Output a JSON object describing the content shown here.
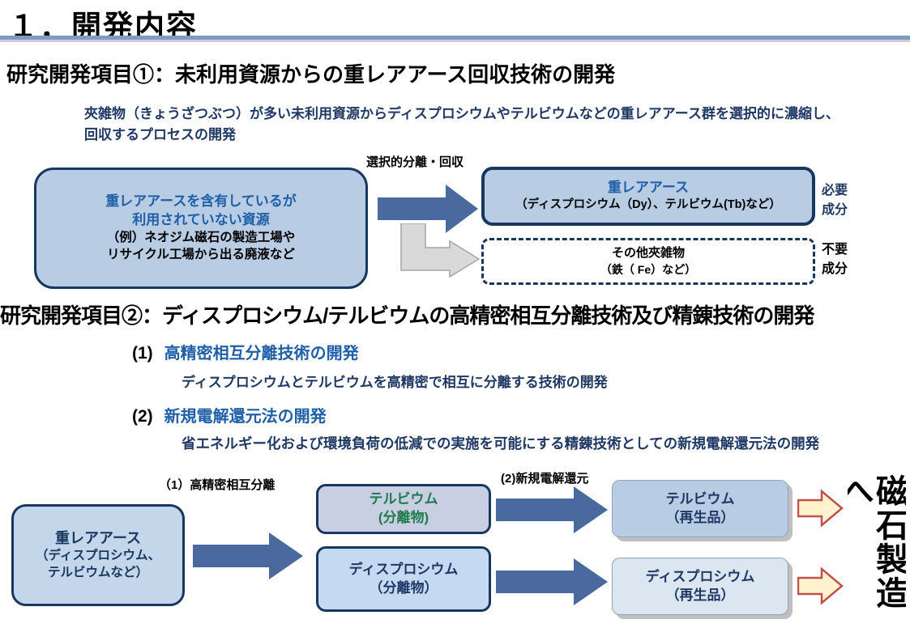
{
  "page": {
    "title": "１．開発内容"
  },
  "section1": {
    "heading": "研究開発項目①：未利用資源からの重レアアース回収技術の開発",
    "description_line1": "夾雑物（きょうざつぶつ）が多い未利用資源からディスプロシウムやテルビウムなどの重レアアース群を選択的に濃縮し、",
    "description_line2": "回収するプロセスの開発",
    "diagram": {
      "process_arrow_label": "選択的分離・回収",
      "source_box": {
        "title_line1": "重レアアースを含有しているが",
        "title_line2": "利用されていない資源",
        "example_line1": "（例）ネオジム磁石の製造工場や",
        "example_line2": "リサイクル工場から出る廃液など"
      },
      "heavy_rare_earth_box": {
        "title": "重レアアース",
        "subtitle": "（ディスプロシウム（Dy）、テルビウム(Tb)など）"
      },
      "required_label_line1": "必要",
      "required_label_line2": "成分",
      "impurity_box": {
        "line1": "その他夾雑物",
        "line2": "（鉄（ Fe）など）"
      },
      "unnecessary_label_line1": "不要",
      "unnecessary_label_line2": "成分"
    }
  },
  "section2": {
    "heading": "研究開発項目②：ディスプロシウム/テルビウムの高精密相互分離技術及び精錬技術の開発",
    "item1_number": "(1)",
    "item1_title": "高精密相互分離技術の開発",
    "item1_description": "ディスプロシウムとテルビウムを高精密で相互に分離する技術の開発",
    "item2_number": "(2)",
    "item2_title": "新規電解還元法の開発",
    "item2_description": "省エネルギー化および環境負荷の低減での実施を可能にする精錬技術としての新規電解還元法の開発",
    "diagram": {
      "step1_label": "（1）高精密相互分離",
      "step2_label": "(2)新規電解還元",
      "source_box": {
        "title": "重レアアース",
        "subtitle_line1": "（ディスプロシウム、",
        "subtitle_line2": "テルビウムなど）"
      },
      "terbium_separated_box": {
        "line1": "テルビウム",
        "line2": "(分離物)"
      },
      "dysprosium_separated_box": {
        "line1": "ディスプロシウム",
        "line2": "（分離物）"
      },
      "terbium_recycled_box": {
        "line1": "テルビウム",
        "line2": "（再生品）"
      },
      "dysprosium_recycled_box": {
        "line1": "ディスプロシウム",
        "line2": "（再生品）"
      },
      "goal_text": "磁石製造へ"
    }
  },
  "colors": {
    "navy_border": "#17375e",
    "blue_heading": "#1f5fa8",
    "dark_navy_text": "#1f3864",
    "box_fill_blue": "#b8cce4",
    "box_fill_lavender": "#c9cfe3",
    "box_fill_light": "#dce6f1",
    "arrow_blue": "#4a6a9f",
    "arrow_gray": "#d9d9d9",
    "goal_arrow_fill": "#fff2cc",
    "goal_arrow_border": "#c0504d",
    "green_text": "#1f7a4d",
    "rule_blue": "#7d9cc0",
    "rule_lilac": "#d9c7dd"
  }
}
